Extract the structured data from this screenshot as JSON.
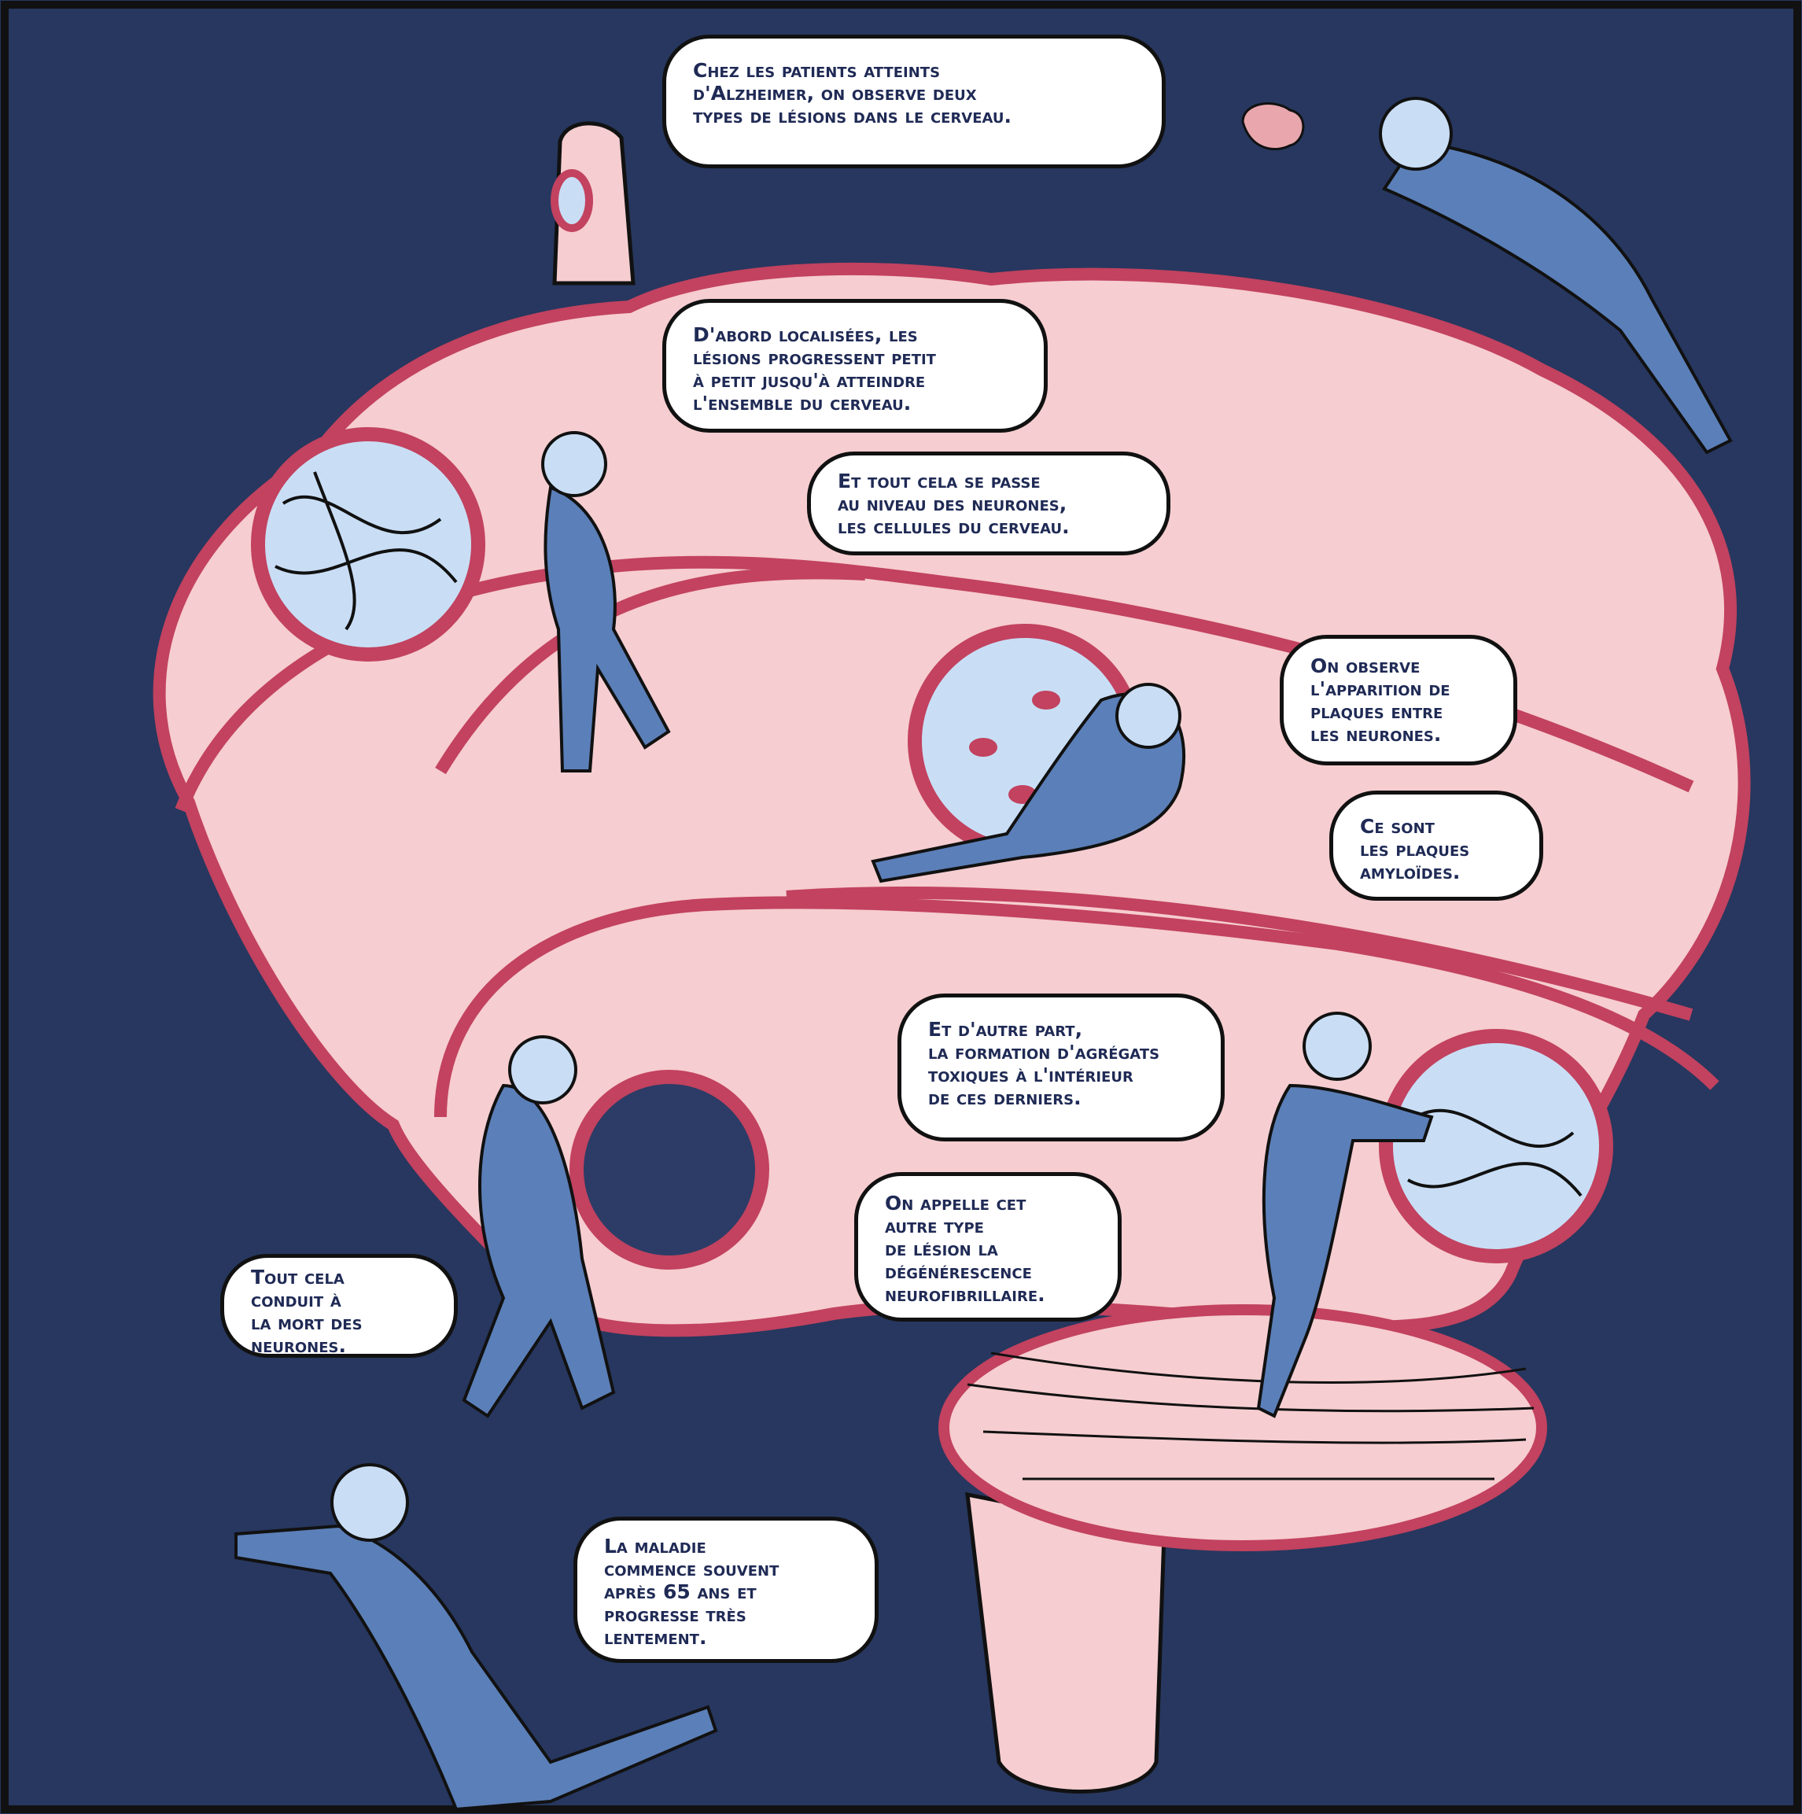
{
  "colors": {
    "background": "#27375f",
    "brain_fill": "#f6cdd0",
    "brain_stroke": "#c2425f",
    "diver_suit": "#5b7fb8",
    "porthole_glass": "#c9def5",
    "text": "#1f2a55"
  },
  "bubbles": [
    {
      "text": "Chez les patients atteints\nd'Alzheimer, on observe deux\ntypes de lésions dans le cerveau."
    },
    {
      "text": "D'abord localisées, les\nlésions progressent petit\nà petit jusqu'à atteindre\nl'ensemble du cerveau."
    },
    {
      "text": "Et tout cela se passe\nau niveau des neurones,\nles cellules du cerveau."
    },
    {
      "text": "On observe\nl'apparition de\nplaques entre\nles neurones."
    },
    {
      "text": "Ce sont\nles plaques\namyloïdes."
    },
    {
      "text": "Et d'autre part,\nla formation d'agrégats\ntoxiques à l'intérieur\nde ces derniers."
    },
    {
      "text": "On appelle cet\nautre type\nde lésion la\ndégénérescence\nneurofibrillaire."
    },
    {
      "text": "Tout cela\nconduit à\nla mort des\nneurones."
    },
    {
      "text": "La maladie\ncommence souvent\naprès 65 ans et\nprogresse très\nlentement."
    }
  ]
}
